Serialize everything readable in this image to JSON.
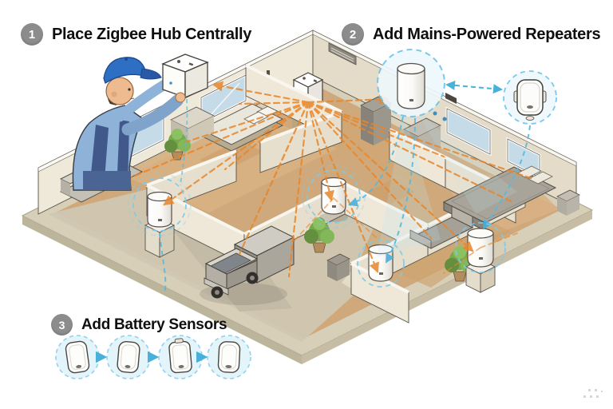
{
  "steps": [
    {
      "number": "1",
      "label": "Place Zigbee Hub Centrally"
    },
    {
      "number": "2",
      "label": "Add Mains-Powered Repeaters"
    },
    {
      "number": "3",
      "label": "Add Battery Sensors"
    }
  ],
  "illustration": {
    "scene": "isometric cutaway house floor plan with zigbee mesh network",
    "devices": {
      "hub": {
        "icon": "zigbee-hub-cube",
        "count": 1
      },
      "repeaters": {
        "icon": "mains-repeater-cylinder",
        "count": 5
      },
      "plug_repeater": {
        "icon": "wall-plug-repeater",
        "count": 1
      },
      "battery_sensors": {
        "icon": "battery-sensor",
        "count": 4
      }
    },
    "people": [
      {
        "icon": "installer-worker",
        "action": "mounting hub"
      }
    ]
  },
  "colors": {
    "background": "#ffffff",
    "step_badge": "#8c8c8c",
    "step_text": "#0f0f0f",
    "mesh_orange": "#e8862a",
    "link_blue": "#56b9df",
    "wall_cream": "#efe8d8",
    "floor_tan": "#cfa97b",
    "slab": "#d7cfb8"
  }
}
